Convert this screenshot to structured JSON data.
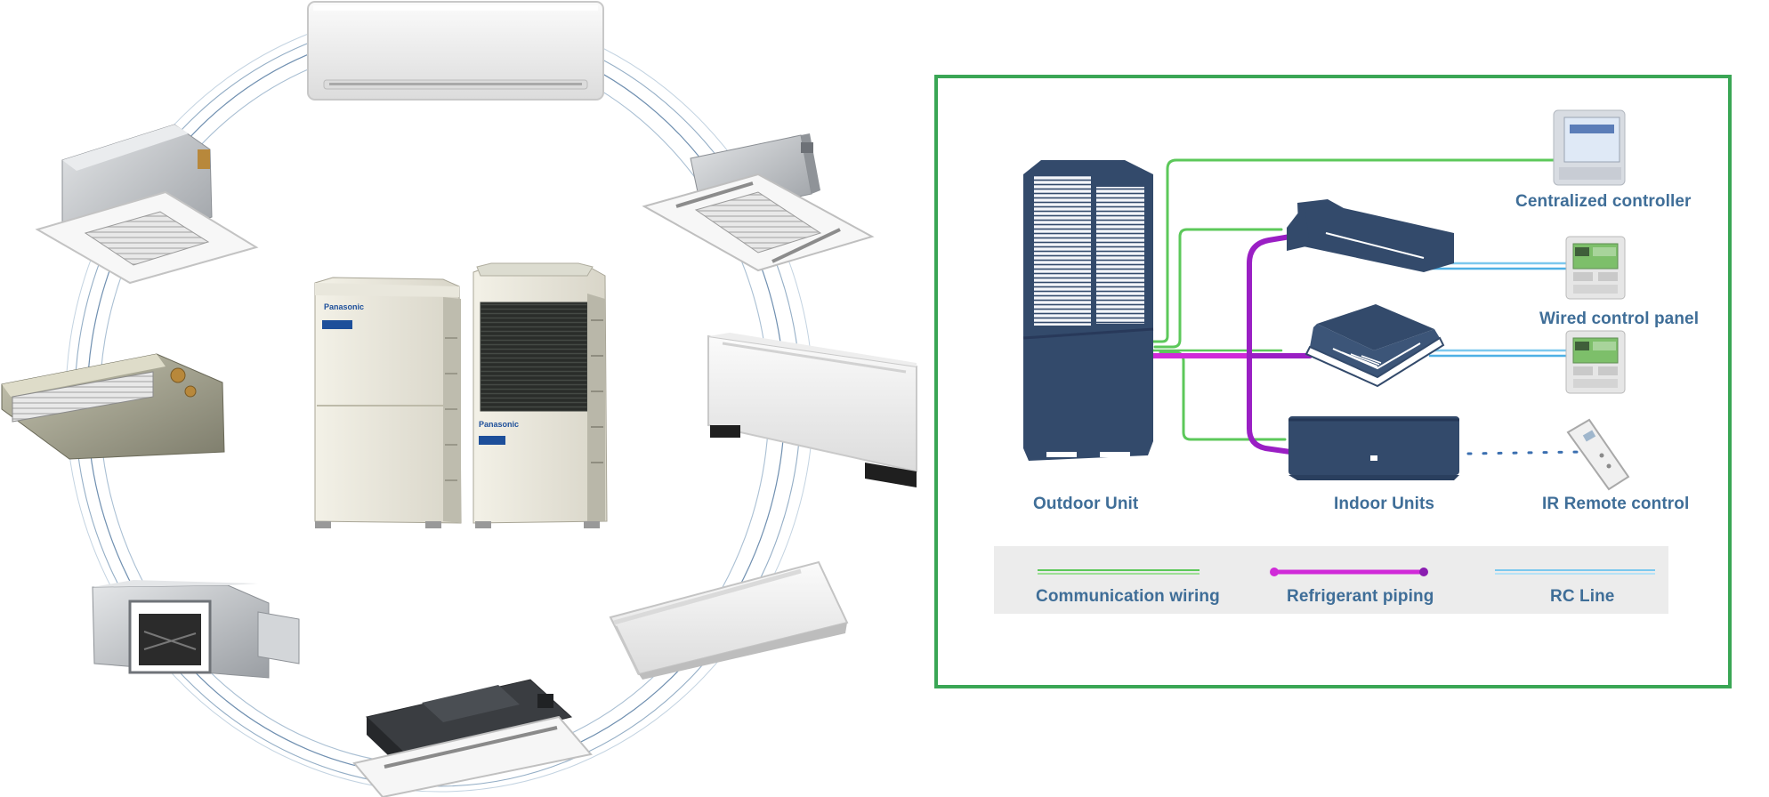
{
  "diagram": {
    "labels": {
      "outdoor_unit": "Outdoor Unit",
      "indoor_units": "Indoor Units",
      "centralized_controller": "Centralized controller",
      "wired_control_panel": "Wired control panel",
      "ir_remote_control": "IR Remote control"
    },
    "legend": {
      "communication_wiring": "Communication wiring",
      "refrigerant_piping": "Refrigerant piping",
      "rc_line": "RC Line"
    },
    "colors": {
      "frame": "#3aa655",
      "unit_navy": "#334a6b",
      "communication_wiring": "#5cc85a",
      "refrigerant_piping": "#a020c8",
      "rc_line": "#7cc8ee",
      "label_text": "#3f6e98"
    }
  },
  "product_ring": {
    "brand_text": "Panasonic",
    "units": [
      "wall-mounted-unit",
      "4-way-cassette-unit",
      "floor-standing-unit",
      "ceiling-suspended-unit",
      "1-way-cassette-unit",
      "high-static-ducted-unit",
      "slim-ducted-unit",
      "mini-cassette-unit",
      "outdoor-unit-pair"
    ]
  }
}
